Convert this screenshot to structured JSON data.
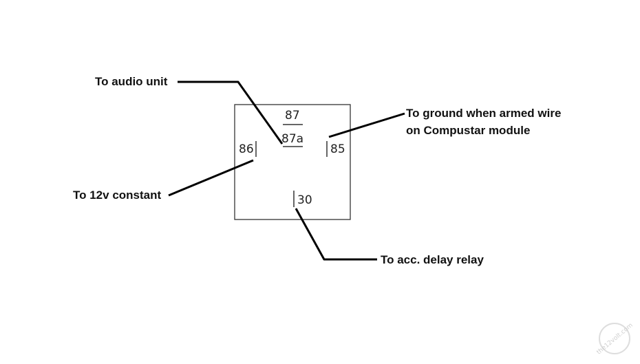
{
  "relay": {
    "pins": {
      "p87": "87",
      "p87a": "87a",
      "p86": "86",
      "p85": "85",
      "p30": "30"
    }
  },
  "labels": {
    "audio": "To audio unit",
    "ground_line1": "To ground when armed wire",
    "ground_line2": "on Compustar module",
    "constant": "To 12v constant",
    "acc": "To acc. delay relay"
  },
  "watermark": "the12volt.com",
  "colors": {
    "line": "#000000",
    "box": "#333333",
    "text": "#111111"
  }
}
